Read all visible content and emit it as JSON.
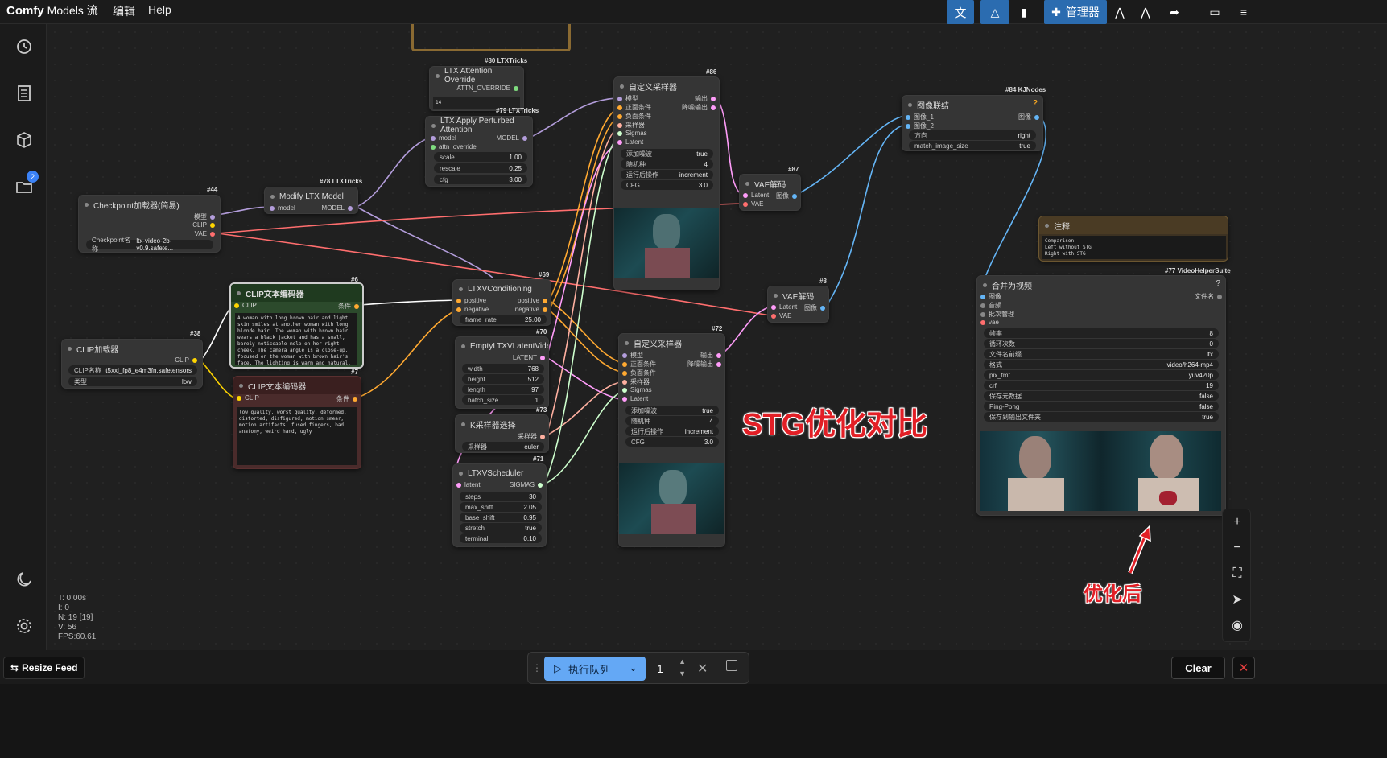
{
  "app": {
    "logo": "Comfy",
    "logo_overlay": "Models 流",
    "menus": [
      "编辑",
      "Help"
    ]
  },
  "topbar": {
    "manager_label": "管理器"
  },
  "sidebar": {
    "badge": "2"
  },
  "nodes": {
    "n44": {
      "id": "#44",
      "title": "Checkpoint加载器(简易)",
      "outputs": [
        "模型",
        "CLIP",
        "VAE"
      ],
      "widget_label": "Checkpoint名称",
      "widget_value": "ltx-video-2b-v0.9.safete..."
    },
    "n78": {
      "id": "#78 LTXTricks",
      "title": "Modify LTX Model",
      "in": "model",
      "out": "MODEL"
    },
    "n80": {
      "id": "#80 LTXTricks",
      "title": "LTX Attention Override",
      "out": "ATTN_OVERRIDE",
      "text": "14"
    },
    "n79": {
      "id": "#79 LTXTricks",
      "title": "LTX Apply Perturbed Attention",
      "in1": "model",
      "in2": "attn_override",
      "out": "MODEL",
      "widgets": [
        {
          "label": "scale",
          "value": "1.00"
        },
        {
          "label": "rescale",
          "value": "0.25"
        },
        {
          "label": "cfg",
          "value": "3.00"
        }
      ]
    },
    "n38": {
      "id": "#38",
      "title": "CLIP加载器",
      "out": "CLIP",
      "widgets": [
        {
          "label": "CLIP名称",
          "value": "t5xxl_fp8_e4m3fn.safetensors"
        },
        {
          "label": "类型",
          "value": "ltxv"
        }
      ]
    },
    "n6": {
      "id": "#6",
      "title": "CLIP文本编码器",
      "in": "CLIP",
      "out": "条件",
      "text": "A woman with long brown hair and light skin smiles at another woman with long blonde hair. The woman with brown hair wears a black jacket and has a small, barely noticeable mole on her right cheek. The camera angle is a close-up, focused on the woman with brown hair's face. The lighting is warm and natural, likely from the setting sun, casting a soft glow on the scene. The scene appears to be real-life footage."
    },
    "n7": {
      "id": "#7",
      "title": "CLIP文本编码器",
      "in": "CLIP",
      "out": "条件",
      "text": "low quality, worst quality, deformed, distorted, disfigured, motion smear, motion artifacts, fused fingers, bad anatomy, weird hand, ugly"
    },
    "n69": {
      "id": "#69",
      "title": "LTXVConditioning",
      "in1": "positive",
      "in2": "negative",
      "out1": "positive",
      "out2": "negative",
      "widgets": [
        {
          "label": "frame_rate",
          "value": "25.00"
        }
      ]
    },
    "n70": {
      "id": "#70",
      "title": "EmptyLTXVLatentVideo",
      "out": "LATENT",
      "widgets": [
        {
          "label": "width",
          "value": "768"
        },
        {
          "label": "height",
          "value": "512"
        },
        {
          "label": "length",
          "value": "97"
        },
        {
          "label": "batch_size",
          "value": "1"
        }
      ]
    },
    "n73": {
      "id": "#73",
      "title": "K采样器选择",
      "out": "采样器",
      "widgets": [
        {
          "label": "采样器",
          "value": "euler"
        }
      ]
    },
    "n71": {
      "id": "#71",
      "title": "LTXVScheduler",
      "in": "latent",
      "out": "SIGMAS",
      "widgets": [
        {
          "label": "steps",
          "value": "30"
        },
        {
          "label": "max_shift",
          "value": "2.05"
        },
        {
          "label": "base_shift",
          "value": "0.95"
        },
        {
          "label": "stretch",
          "value": "true"
        },
        {
          "label": "terminal",
          "value": "0.10"
        }
      ]
    },
    "n86": {
      "id": "#86",
      "title": "自定义采样器",
      "ins": [
        "模型",
        "正面条件",
        "负面条件",
        "采样器",
        "Sigmas",
        "Latent"
      ],
      "outs": [
        "输出",
        "降噪输出"
      ],
      "widgets": [
        {
          "label": "添加噪波",
          "value": "true"
        },
        {
          "label": "随机种",
          "value": "4"
        },
        {
          "label": "运行后操作",
          "value": "increment"
        },
        {
          "label": "CFG",
          "value": "3.0"
        }
      ]
    },
    "n72": {
      "id": "#72",
      "title": "自定义采样器",
      "ins": [
        "模型",
        "正面条件",
        "负面条件",
        "采样器",
        "Sigmas",
        "Latent"
      ],
      "outs": [
        "输出",
        "降噪输出"
      ],
      "widgets": [
        {
          "label": "添加噪波",
          "value": "true"
        },
        {
          "label": "随机种",
          "value": "4"
        },
        {
          "label": "运行后操作",
          "value": "increment"
        },
        {
          "label": "CFG",
          "value": "3.0"
        }
      ]
    },
    "n87": {
      "id": "#87",
      "title": "VAE解码",
      "ins": [
        "Latent",
        "VAE"
      ],
      "out": "图像"
    },
    "n8": {
      "id": "#8",
      "title": "VAE解码",
      "ins": [
        "Latent",
        "VAE"
      ],
      "out": "图像"
    },
    "n84": {
      "id": "#84 KJNodes",
      "title": "图像联结",
      "ins": [
        "图像_1",
        "图像_2"
      ],
      "out": "图像",
      "mark": "?",
      "widgets": [
        {
          "label": "方向",
          "value": "right"
        },
        {
          "label": "match_image_size",
          "value": "true"
        }
      ]
    },
    "note": {
      "title": "注释",
      "text": "Comparison\nLeft without STG\nRight with STG"
    },
    "n77": {
      "id": "#77 VideoHelperSuite",
      "title": "合并为视频",
      "mark": "?",
      "ins": [
        "图像",
        "音频",
        "批次管理",
        "vae"
      ],
      "out": "文件名",
      "widgets": [
        {
          "label": "帧率",
          "value": "8"
        },
        {
          "label": "循环次数",
          "value": "0"
        },
        {
          "label": "文件名前缀",
          "value": "ltx"
        },
        {
          "label": "格式",
          "value": "video/h264-mp4"
        },
        {
          "label": "pix_fmt",
          "value": "yuv420p"
        },
        {
          "label": "crf",
          "value": "19"
        },
        {
          "label": "保存元数据",
          "value": "false"
        },
        {
          "label": "Ping-Pong",
          "value": "false"
        },
        {
          "label": "保存到输出文件夹",
          "value": "true"
        }
      ]
    }
  },
  "annotations": {
    "title": "STG优化对比",
    "after": "优化后"
  },
  "stats": [
    "T: 0.00s",
    "I: 0",
    "N: 19 [19]",
    "V: 56",
    "FPS:60.61"
  ],
  "queue": {
    "run_label": "执行队列",
    "count": "1"
  },
  "footer": {
    "resize_feed": "Resize Feed",
    "clear": "Clear"
  },
  "colors": {
    "model": "#b39ddb",
    "clip": "#ffd500",
    "vae": "#ff6e6e",
    "cond": "#ffa931",
    "latent": "#ff9cf9",
    "image": "#64b5f6",
    "sigmas": "#cdffcd",
    "accent": "#2b6cb0"
  }
}
